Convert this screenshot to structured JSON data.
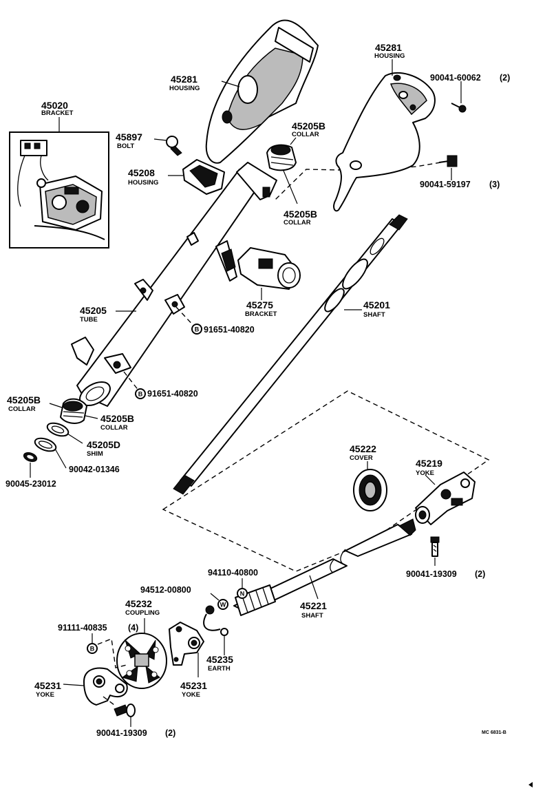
{
  "diagram": {
    "code": "MC 6831-B"
  },
  "parts": {
    "bracket_45020": {
      "number": "45020",
      "name": "BRACKET"
    },
    "housing_45281_left": {
      "number": "45281",
      "name": "HOUSING"
    },
    "housing_45281_right": {
      "number": "45281",
      "name": "HOUSING"
    },
    "screw_90041_60062": {
      "number": "90041-60062",
      "qty": "(2)"
    },
    "bolt_45897": {
      "number": "45897",
      "name": "BOLT"
    },
    "collar_45205b_top": {
      "number": "45205B",
      "name": "COLLAR"
    },
    "housing_45208": {
      "number": "45208",
      "name": "HOUSING"
    },
    "screw_90041_59197": {
      "number": "90041-59197",
      "qty": "(3)"
    },
    "collar_45205b_mid": {
      "number": "45205B",
      "name": "COLLAR"
    },
    "bracket_45275": {
      "number": "45275",
      "name": "BRACKET"
    },
    "tube_45205": {
      "number": "45205",
      "name": "TUBE"
    },
    "shaft_45201": {
      "number": "45201",
      "name": "SHAFT"
    },
    "bolt_91651_a": {
      "number": "91651-40820",
      "symbol": "B"
    },
    "bolt_91651_b": {
      "number": "91651-40820",
      "symbol": "B"
    },
    "collar_45205b_low_left": {
      "number": "45205B",
      "name": "COLLAR"
    },
    "collar_45205b_low_right": {
      "number": "45205B",
      "name": "COLLAR"
    },
    "shim_45205d": {
      "number": "45205D",
      "name": "SHIM"
    },
    "ring_90042": {
      "number": "90042-01346"
    },
    "clip_90045": {
      "number": "90045-23012"
    },
    "cover_45222": {
      "number": "45222",
      "name": "COVER"
    },
    "yoke_45219": {
      "number": "45219",
      "name": "YOKE"
    },
    "screw_90041_19309_right": {
      "number": "90041-19309",
      "qty": "(2)"
    },
    "nut_94110": {
      "number": "94110-40800",
      "symbol": "N"
    },
    "washer_94512": {
      "number": "94512-00800",
      "symbol": "W"
    },
    "shaft_45221": {
      "number": "45221",
      "name": "SHAFT"
    },
    "coupling_45232": {
      "number": "45232",
      "name": "COUPLING"
    },
    "bolt_91111": {
      "number": "91111-40835",
      "qty": "(4)",
      "symbol": "B"
    },
    "earth_45235": {
      "number": "45235",
      "name": "EARTH"
    },
    "yoke_45231_left": {
      "number": "45231",
      "name": "YOKE"
    },
    "yoke_45231_right": {
      "number": "45231",
      "name": "YOKE"
    },
    "screw_90041_19309_bottom": {
      "number": "90041-19309",
      "qty": "(2)"
    }
  }
}
